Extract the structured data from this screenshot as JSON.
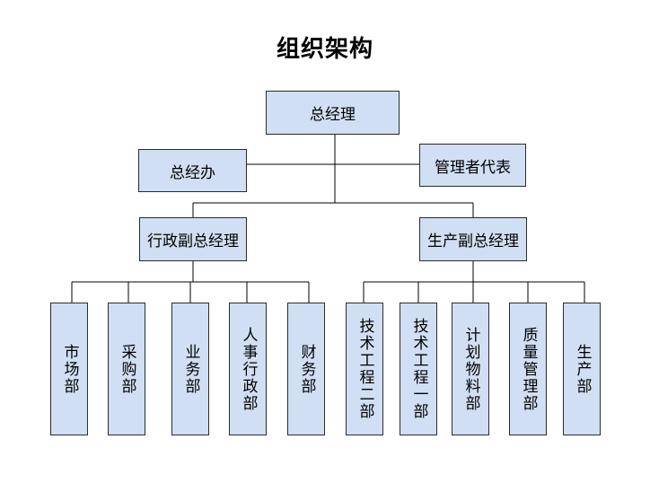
{
  "title": "组织架构",
  "nodes": {
    "ceo": "总经理",
    "office": "总经办",
    "mgmt_rep": "管理者代表",
    "admin_vp": "行政副总经理",
    "prod_vp": "生产副总经理",
    "admin_depts": [
      "市场部",
      "采购部",
      "业务部",
      "人事行政部",
      "财务部"
    ],
    "prod_depts": [
      "技术工程二部",
      "技术工程一部",
      "计划物料部",
      "质量管理部",
      "生产部"
    ]
  },
  "colors": {
    "box_fill": "#d0dff3",
    "border": "#2b2b2b",
    "line": "#000000"
  }
}
